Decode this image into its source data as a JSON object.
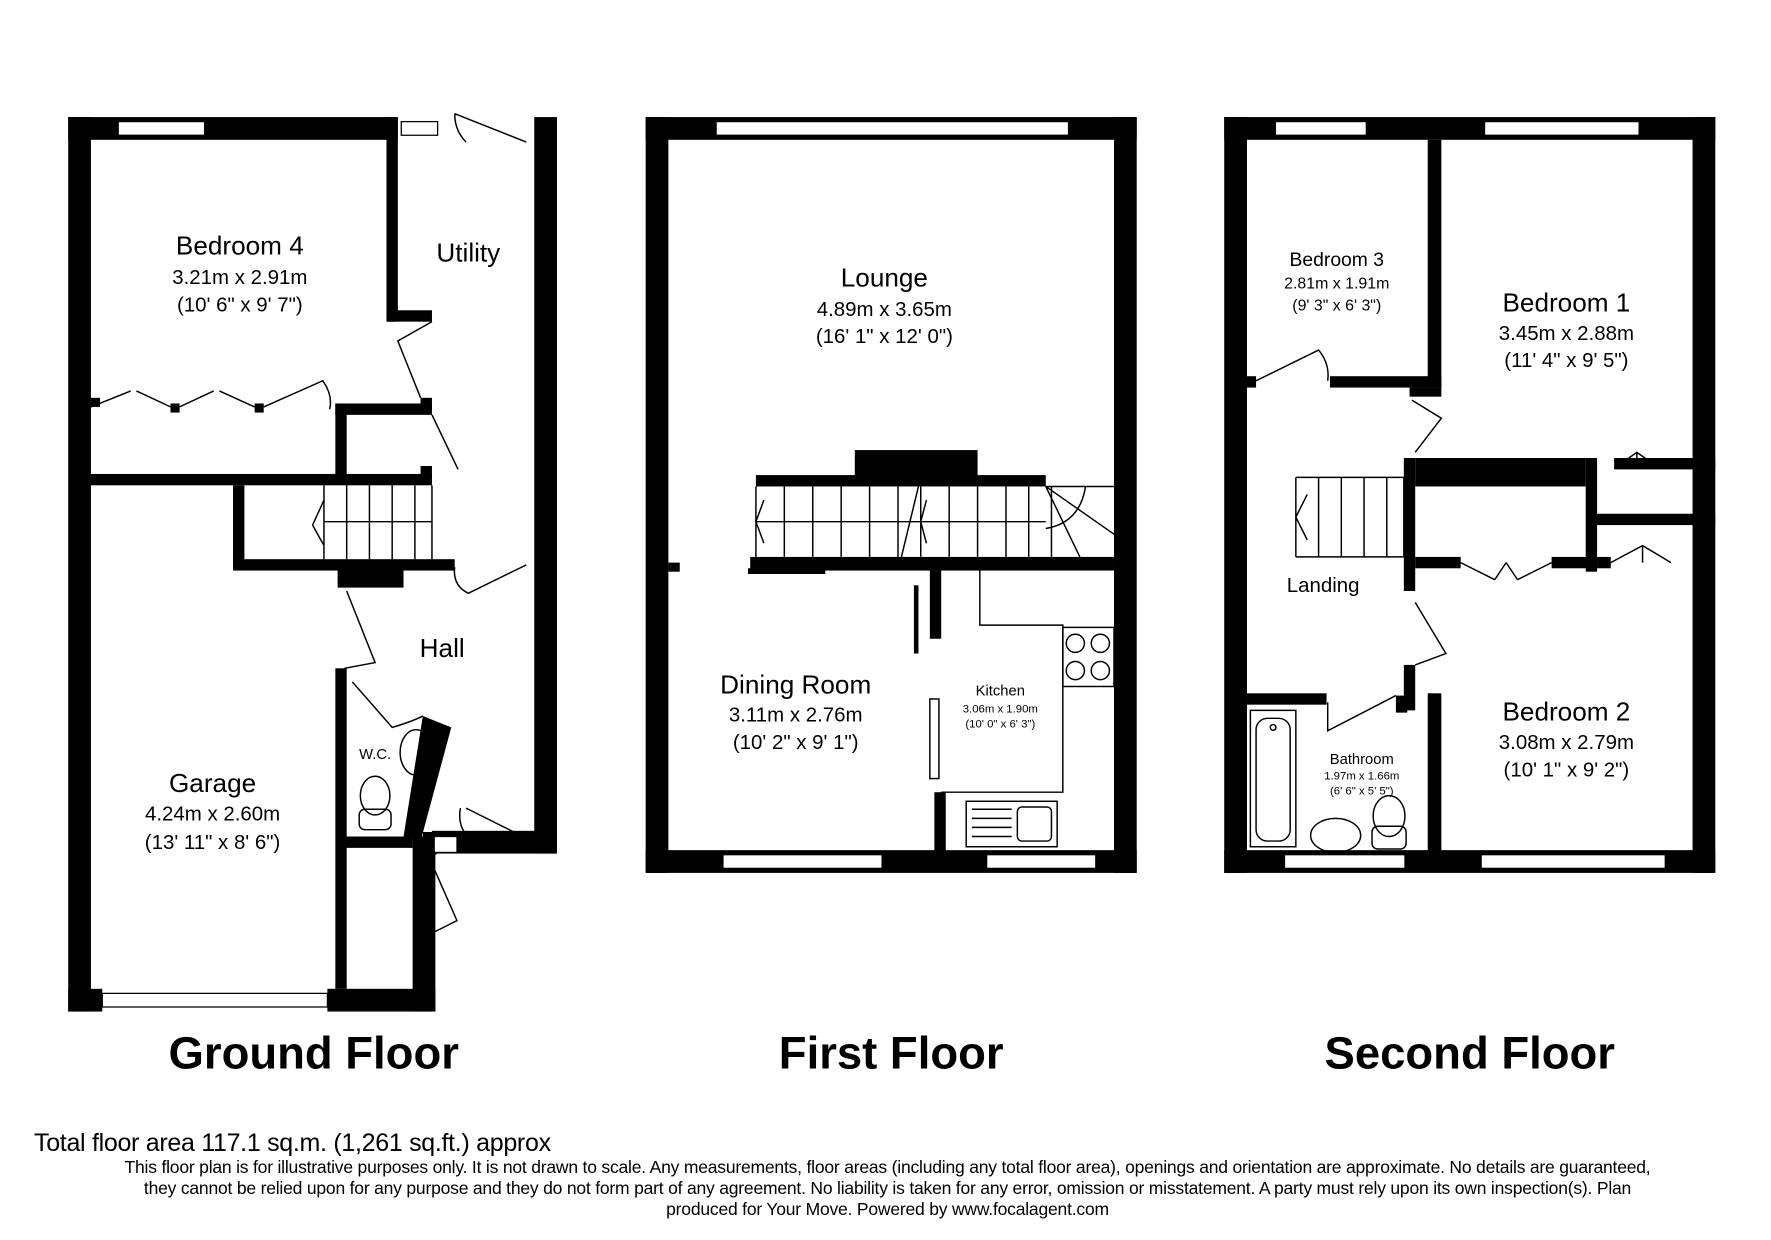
{
  "floors": {
    "ground": {
      "title": "Ground Floor",
      "rooms": {
        "bedroom4": {
          "name": "Bedroom 4",
          "metric": "3.21m x 2.91m",
          "imperial": "(10' 6\" x 9' 7\")"
        },
        "utility": {
          "name": "Utility"
        },
        "hall": {
          "name": "Hall"
        },
        "wc": {
          "name": "W.C."
        },
        "garage": {
          "name": "Garage",
          "metric": "4.24m x 2.60m",
          "imperial": "(13' 11\" x 8' 6\")"
        }
      }
    },
    "first": {
      "title": "First Floor",
      "rooms": {
        "lounge": {
          "name": "Lounge",
          "metric": "4.89m x 3.65m",
          "imperial": "(16' 1\" x 12' 0\")"
        },
        "dining": {
          "name": "Dining Room",
          "metric": "3.11m x 2.76m",
          "imperial": "(10' 2\" x 9' 1\")"
        },
        "kitchen": {
          "name": "Kitchen",
          "metric": "3.06m x 1.90m",
          "imperial": "(10' 0\" x 6' 3\")"
        }
      }
    },
    "second": {
      "title": "Second Floor",
      "rooms": {
        "bedroom3": {
          "name": "Bedroom 3",
          "metric": "2.81m x 1.91m",
          "imperial": "(9' 3\" x 6' 3\")"
        },
        "bedroom1": {
          "name": "Bedroom 1",
          "metric": "3.45m x 2.88m",
          "imperial": "(11' 4\" x 9' 5\")"
        },
        "landing": {
          "name": "Landing"
        },
        "bathroom": {
          "name": "Bathroom",
          "metric": "1.97m x 1.66m",
          "imperial": "(6' 6\" x 5' 5\")"
        },
        "bedroom2": {
          "name": "Bedroom 2",
          "metric": "3.08m x 2.79m",
          "imperial": "(10' 1\" x 9' 2\")"
        }
      }
    }
  },
  "footer": {
    "total_area": "Total floor area 117.1 sq.m. (1,261 sq.ft.) approx",
    "disclaimer_line1": "This floor plan is for illustrative purposes only. It is not drawn to scale. Any measurements, floor areas (including any total floor area), openings and orientation are approximate. No details are guaranteed,",
    "disclaimer_line2": "they cannot be relied upon for any purpose and they do not form part of any agreement. No liability is taken for any error, omission or misstatement. A party must rely upon its own inspection(s).  Plan",
    "disclaimer_line3": "produced for Your Move. Powered by www.focalagent.com"
  },
  "colors": {
    "wall": "#000000",
    "background": "#ffffff"
  }
}
